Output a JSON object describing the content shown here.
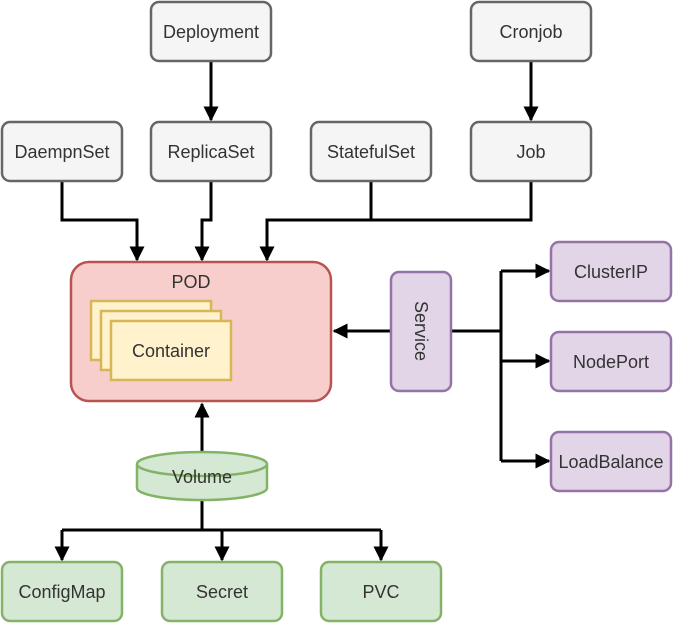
{
  "colors": {
    "gray_fill": "#f5f5f5",
    "gray_stroke": "#666666",
    "pod_fill": "#f8cecc",
    "pod_stroke": "#b85450",
    "container_fill": "#fff2cc",
    "container_stroke": "#d6b656",
    "purple_fill": "#e1d5e7",
    "purple_stroke": "#9673a6",
    "green_fill": "#d5e8d4",
    "green_stroke": "#82b366",
    "edge": "#000000"
  },
  "nodes": {
    "deployment": "Deployment",
    "cronjob": "Cronjob",
    "daemonset": "DaempnSet",
    "replicaset": "ReplicaSet",
    "statefulset": "StatefulSet",
    "job": "Job",
    "pod": "POD",
    "container": "Container",
    "service": "Service",
    "clusterip": "ClusterIP",
    "nodeport": "NodePort",
    "loadbalance": "LoadBalance",
    "volume": "Volume",
    "configmap": "ConfigMap",
    "secret": "Secret",
    "pvc": "PVC"
  }
}
